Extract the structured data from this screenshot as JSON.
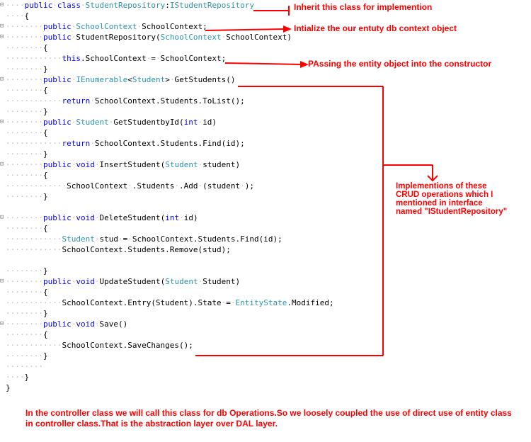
{
  "code": {
    "lines": [
      {
        "indent": 4,
        "tokens": [
          [
            "kw",
            "public"
          ],
          [
            "ws",
            "·"
          ],
          [
            "kw",
            "class"
          ],
          [
            "ws",
            "·"
          ],
          [
            "type",
            "StudentRepository"
          ],
          [
            "plain",
            ":"
          ],
          [
            "type",
            "IStudentRepository"
          ]
        ]
      },
      {
        "indent": 4,
        "tokens": [
          [
            "plain",
            "{"
          ]
        ]
      },
      {
        "indent": 8,
        "tokens": [
          [
            "kw",
            "public"
          ],
          [
            "ws",
            "·"
          ],
          [
            "type",
            "SchoolContext"
          ],
          [
            "ws",
            "·"
          ],
          [
            "plain",
            "SchoolContext;"
          ]
        ]
      },
      {
        "indent": 8,
        "tokens": [
          [
            "kw",
            "public"
          ],
          [
            "ws",
            "·"
          ],
          [
            "plain",
            "StudentRepository("
          ],
          [
            "type",
            "SchoolContext"
          ],
          [
            "ws",
            "·"
          ],
          [
            "plain",
            "SchoolContext)"
          ]
        ]
      },
      {
        "indent": 8,
        "tokens": [
          [
            "plain",
            "{"
          ]
        ]
      },
      {
        "indent": 12,
        "tokens": [
          [
            "kw",
            "this"
          ],
          [
            "plain",
            ".SchoolContext"
          ],
          [
            "ws",
            "·"
          ],
          [
            "plain",
            "="
          ],
          [
            "ws",
            "·"
          ],
          [
            "plain",
            "SchoolContext;"
          ]
        ]
      },
      {
        "indent": 8,
        "tokens": [
          [
            "plain",
            "}"
          ]
        ]
      },
      {
        "indent": 8,
        "tokens": [
          [
            "kw",
            "public"
          ],
          [
            "ws",
            "·"
          ],
          [
            "type",
            "IEnumerable"
          ],
          [
            "plain",
            "<"
          ],
          [
            "type",
            "Student"
          ],
          [
            "plain",
            ">"
          ],
          [
            "ws",
            "·"
          ],
          [
            "plain",
            "GetStudents()"
          ]
        ]
      },
      {
        "indent": 8,
        "tokens": [
          [
            "plain",
            "{"
          ]
        ]
      },
      {
        "indent": 12,
        "tokens": [
          [
            "kw",
            "return"
          ],
          [
            "ws",
            "·"
          ],
          [
            "plain",
            "SchoolContext.Students.ToList();"
          ]
        ]
      },
      {
        "indent": 8,
        "tokens": [
          [
            "plain",
            "}"
          ]
        ]
      },
      {
        "indent": 8,
        "tokens": [
          [
            "kw",
            "public"
          ],
          [
            "ws",
            "·"
          ],
          [
            "type",
            "Student"
          ],
          [
            "ws",
            "·"
          ],
          [
            "plain",
            "GetStudentbyId("
          ],
          [
            "kw",
            "int"
          ],
          [
            "ws",
            "·"
          ],
          [
            "plain",
            "id)"
          ]
        ]
      },
      {
        "indent": 8,
        "tokens": [
          [
            "plain",
            "{"
          ]
        ]
      },
      {
        "indent": 12,
        "tokens": [
          [
            "kw",
            "return"
          ],
          [
            "ws",
            "·"
          ],
          [
            "plain",
            "SchoolContext.Students.Find(id);"
          ]
        ]
      },
      {
        "indent": 8,
        "tokens": [
          [
            "plain",
            "}"
          ]
        ]
      },
      {
        "indent": 8,
        "tokens": [
          [
            "kw",
            "public"
          ],
          [
            "ws",
            "·"
          ],
          [
            "kw",
            "void"
          ],
          [
            "ws",
            "·"
          ],
          [
            "plain",
            "InsertStudent("
          ],
          [
            "type",
            "Student"
          ],
          [
            "ws",
            "·"
          ],
          [
            "plain",
            "student)"
          ]
        ]
      },
      {
        "indent": 8,
        "tokens": [
          [
            "plain",
            "{"
          ]
        ]
      },
      {
        "indent": 13,
        "tokens": [
          [
            "plain",
            "SchoolContext"
          ],
          [
            "ws",
            "·"
          ],
          [
            "plain",
            ".Students"
          ],
          [
            "ws",
            "·"
          ],
          [
            "plain",
            ".Add"
          ],
          [
            "ws",
            "·"
          ],
          [
            "plain",
            "(student"
          ],
          [
            "ws",
            "·"
          ],
          [
            "plain",
            ");"
          ]
        ]
      },
      {
        "indent": 8,
        "tokens": [
          [
            "plain",
            "}"
          ]
        ]
      },
      {
        "indent": 0,
        "tokens": []
      },
      {
        "indent": 8,
        "tokens": [
          [
            "kw",
            "public"
          ],
          [
            "ws",
            "·"
          ],
          [
            "kw",
            "void"
          ],
          [
            "ws",
            "·"
          ],
          [
            "plain",
            "DeleteStudent("
          ],
          [
            "kw",
            "int"
          ],
          [
            "ws",
            "·"
          ],
          [
            "plain",
            "id)"
          ]
        ]
      },
      {
        "indent": 8,
        "tokens": [
          [
            "plain",
            "{"
          ]
        ]
      },
      {
        "indent": 12,
        "tokens": [
          [
            "type",
            "Student"
          ],
          [
            "ws",
            "·"
          ],
          [
            "plain",
            "stud"
          ],
          [
            "ws",
            "·"
          ],
          [
            "plain",
            "="
          ],
          [
            "ws",
            "·"
          ],
          [
            "plain",
            "SchoolContext.Students.Find(id);"
          ]
        ]
      },
      {
        "indent": 12,
        "tokens": [
          [
            "plain",
            "SchoolContext.Students.Remove(stud);"
          ]
        ]
      },
      {
        "indent": 0,
        "tokens": []
      },
      {
        "indent": 8,
        "tokens": [
          [
            "plain",
            "}"
          ]
        ]
      },
      {
        "indent": 8,
        "tokens": [
          [
            "kw",
            "public"
          ],
          [
            "ws",
            "·"
          ],
          [
            "kw",
            "void"
          ],
          [
            "ws",
            "·"
          ],
          [
            "plain",
            "UpdateStudent("
          ],
          [
            "type",
            "Student"
          ],
          [
            "ws",
            "·"
          ],
          [
            "plain",
            "Student)"
          ]
        ]
      },
      {
        "indent": 8,
        "tokens": [
          [
            "plain",
            "{"
          ]
        ]
      },
      {
        "indent": 12,
        "tokens": [
          [
            "plain",
            "SchoolContext.Entry(Student).State"
          ],
          [
            "ws",
            "·"
          ],
          [
            "plain",
            "="
          ],
          [
            "ws",
            "·"
          ],
          [
            "type",
            "EntityState"
          ],
          [
            "plain",
            ".Modified;"
          ]
        ]
      },
      {
        "indent": 8,
        "tokens": [
          [
            "plain",
            "}"
          ]
        ]
      },
      {
        "indent": 8,
        "tokens": [
          [
            "kw",
            "public"
          ],
          [
            "ws",
            "·"
          ],
          [
            "kw",
            "void"
          ],
          [
            "ws",
            "·"
          ],
          [
            "plain",
            "Save()"
          ]
        ]
      },
      {
        "indent": 8,
        "tokens": [
          [
            "plain",
            "{"
          ]
        ]
      },
      {
        "indent": 12,
        "tokens": [
          [
            "plain",
            "SchoolContext.SaveChanges();"
          ]
        ]
      },
      {
        "indent": 8,
        "tokens": [
          [
            "plain",
            "}"
          ]
        ]
      },
      {
        "indent": 8,
        "tokens": []
      },
      {
        "indent": 4,
        "tokens": [
          [
            "plain",
            "}"
          ]
        ]
      },
      {
        "indent": 0,
        "tokens": [
          [
            "plain",
            "}"
          ]
        ]
      }
    ]
  },
  "annotations": {
    "inherit": "Inherit this class for implemention",
    "initialize": "Intialize the our entuty db context object",
    "passing": "PAssing the entity object into the constructor",
    "crud": "Implementions of these CRUD operations which I mentioned in interface named \"IStudentRepository\"",
    "bottom": "In the controller class we will call this class for db Operations.So we loosely coupled the use of direct use of entity class in controller class.That is the abstraction layer over DAL layer."
  },
  "colors": {
    "keyword": "#0000ff",
    "type": "#2b91af",
    "text": "#000000",
    "whitespace_dot": "#c0c0c0",
    "annotation": "#ff0000"
  }
}
